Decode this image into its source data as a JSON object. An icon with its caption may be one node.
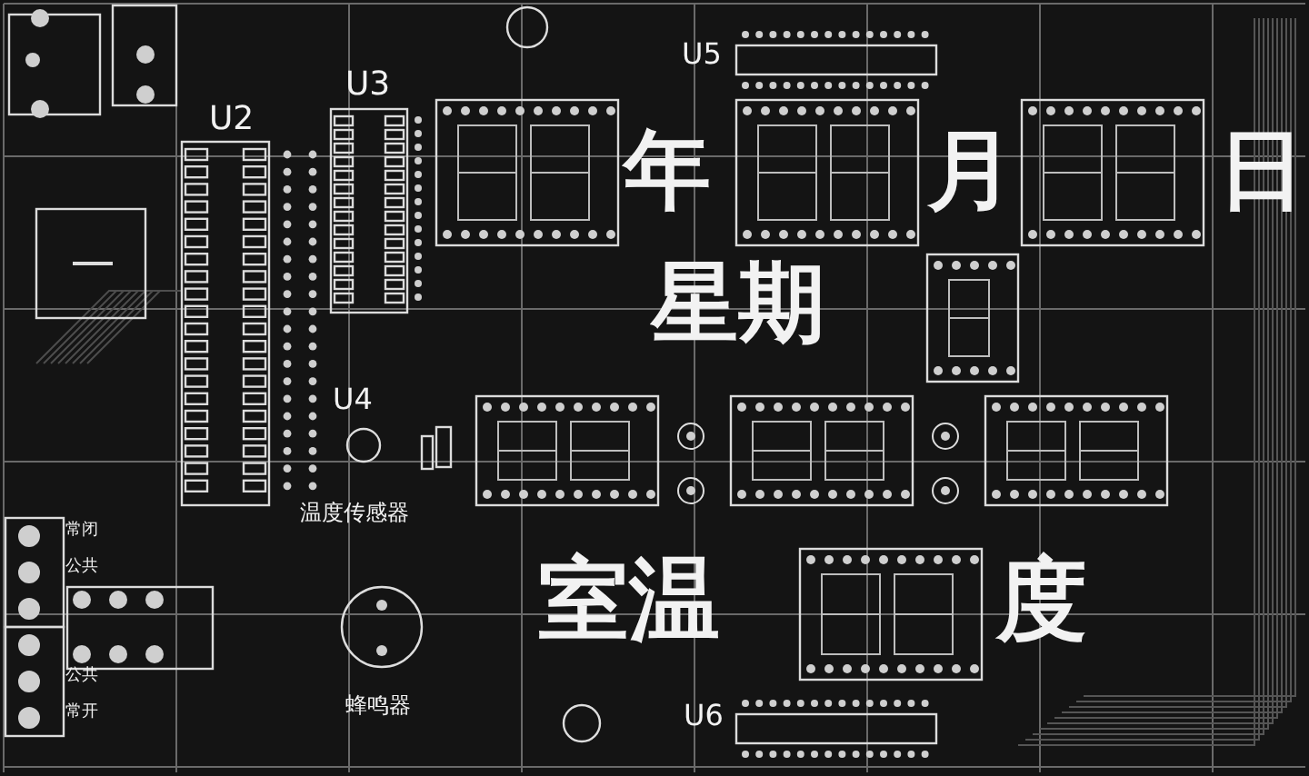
{
  "diagram": {
    "labels": [
      "U5",
      "U3",
      "U2",
      "年",
      "月",
      "日",
      "星期",
      "U4",
      "温度传感器",
      "常闭",
      "公共",
      "室温",
      "度",
      "公共",
      "常开",
      "蜂鸣器",
      "U6"
    ]
  }
}
